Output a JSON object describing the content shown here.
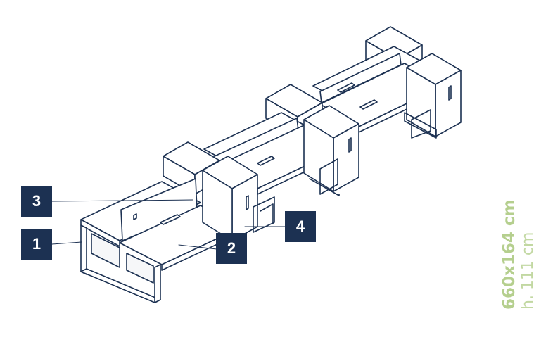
{
  "diagram": {
    "callouts": [
      {
        "id": "1",
        "label": "1"
      },
      {
        "id": "2",
        "label": "2"
      },
      {
        "id": "3",
        "label": "3"
      },
      {
        "id": "4",
        "label": "4"
      }
    ],
    "dimensions": {
      "size": "660x164 cm",
      "height": "h. 111 cm"
    },
    "colors": {
      "outline": "#1c3152",
      "callout_bg": "#1c3152",
      "callout_text": "#ffffff",
      "dimension_text": "#b5cf8e"
    }
  }
}
